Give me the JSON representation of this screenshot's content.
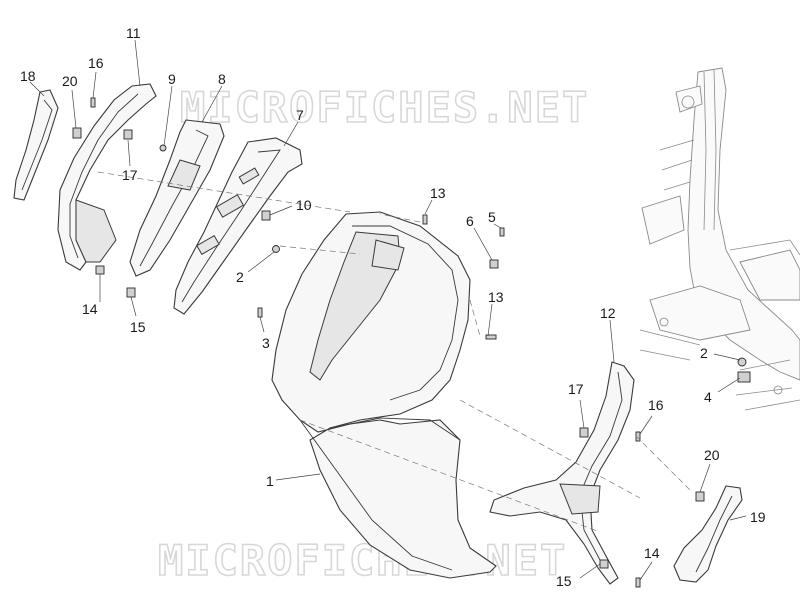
{
  "watermark": {
    "text": "MICROFICHES.NET"
  },
  "callouts": [
    {
      "id": "c18",
      "text": "18"
    },
    {
      "id": "c20a",
      "text": "20"
    },
    {
      "id": "c16a",
      "text": "16"
    },
    {
      "id": "c11",
      "text": "11"
    },
    {
      "id": "c9",
      "text": "9"
    },
    {
      "id": "c8",
      "text": "8"
    },
    {
      "id": "c7",
      "text": "7"
    },
    {
      "id": "c17a",
      "text": "17"
    },
    {
      "id": "c10",
      "text": "10"
    },
    {
      "id": "c13a",
      "text": "13"
    },
    {
      "id": "c6",
      "text": "6"
    },
    {
      "id": "c5",
      "text": "5"
    },
    {
      "id": "c2a",
      "text": "2"
    },
    {
      "id": "c14a",
      "text": "14"
    },
    {
      "id": "c15a",
      "text": "15"
    },
    {
      "id": "c3",
      "text": "3"
    },
    {
      "id": "c13b",
      "text": "13"
    },
    {
      "id": "c12",
      "text": "12"
    },
    {
      "id": "c2b",
      "text": "2"
    },
    {
      "id": "c4",
      "text": "4"
    },
    {
      "id": "c17b",
      "text": "17"
    },
    {
      "id": "c16b",
      "text": "16"
    },
    {
      "id": "c1",
      "text": "1"
    },
    {
      "id": "c20b",
      "text": "20"
    },
    {
      "id": "c19",
      "text": "19"
    },
    {
      "id": "c14b",
      "text": "14"
    },
    {
      "id": "c15b",
      "text": "15"
    }
  ]
}
